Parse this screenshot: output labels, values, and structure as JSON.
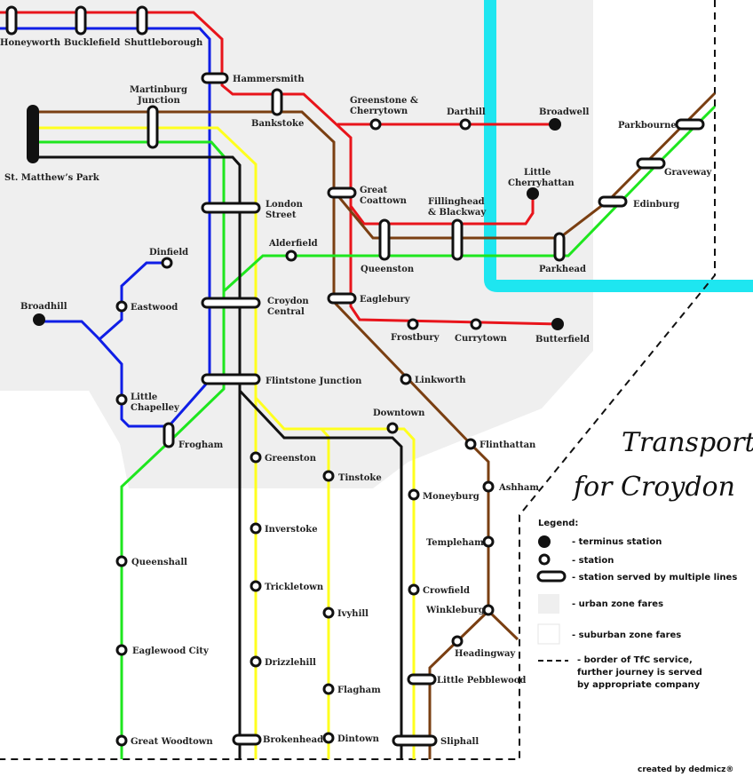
{
  "title": [
    "Transport",
    "for Croydon"
  ],
  "credit": "created by dedmicz®",
  "legend": {
    "heading": "Legend:",
    "terminus": "- terminus station",
    "station": "- station",
    "multi": "- station served by multiple lines",
    "urban": "- urban zone fares",
    "suburban": "- suburban zone fares",
    "border": [
      "- border of TfC service,",
      "further journey is served",
      "by appropriate company"
    ]
  },
  "colors": {
    "red": "#e8141b",
    "blue": "#0f1ee6",
    "brown": "#7a3f12",
    "yellow": "#ffff1e",
    "green": "#1ee61e",
    "black": "#111111",
    "cyan": "#1ee6f0",
    "zone": "#efefef"
  },
  "stations": {
    "honeyworth": "Honeyworth",
    "bucklefield": "Bucklefield",
    "shuttleborough": "Shuttleborough",
    "hammersmith": "Hammersmith",
    "martinburg": [
      "Martinburg",
      "Junction"
    ],
    "bankstoke": "Bankstoke",
    "greenstone_cherrytown": [
      "Greenstone &",
      "Cherrytown"
    ],
    "darthill": "Darthill",
    "broadwell": "Broadwell",
    "st_matthews_park": "St. Matthew’s Park",
    "parkbourne": "Parkbourne",
    "graveway": "Graveway",
    "little_cherryhattan": [
      "Little",
      "Cherryhattan"
    ],
    "great_coattown": [
      "Great",
      "Coattown"
    ],
    "fillinghead": [
      "Fillinghead",
      "& Blackway"
    ],
    "edinburg": "Edinburg",
    "london_street": [
      "London",
      "Street"
    ],
    "alderfield": "Alderfield",
    "dinfield": "Dinfield",
    "queenston": "Queenston",
    "parkhead": "Parkhead",
    "broadhill": "Broadhill",
    "eastwood": "Eastwood",
    "croydon_central": [
      "Croydon",
      "Central"
    ],
    "eaglebury": "Eaglebury",
    "frostbury": "Frostbury",
    "currytown": "Currytown",
    "butterfield": "Butterfield",
    "linkworth": "Linkworth",
    "flintstone": "Flintstone Junction",
    "little_chapelley": [
      "Little",
      "Chapelley"
    ],
    "downtown": "Downtown",
    "frogham": "Frogham",
    "flinthattan": "Flinthattan",
    "greenston": "Greenston",
    "tinstoke": "Tinstoke",
    "ashham": "Ashham",
    "moneyburg": "Moneyburg",
    "inverstoke": "Inverstoke",
    "templeham": "Templeham",
    "queenshall": "Queenshall",
    "trickletown": "Trickletown",
    "crowfield": "Crowfield",
    "winkleburg": "Winkleburg",
    "ivyhill": "Ivyhill",
    "headingway": "Headingway",
    "eaglewood_city": "Eaglewood City",
    "drizzlehill": "Drizzlehill",
    "little_pebblewood": "Little Pebblewood",
    "flagham": "Flagham",
    "great_woodtown": "Great Woodtown",
    "brokenhead": "Brokenhead",
    "dintown": "Dintown",
    "sliphall": "Sliphall"
  }
}
